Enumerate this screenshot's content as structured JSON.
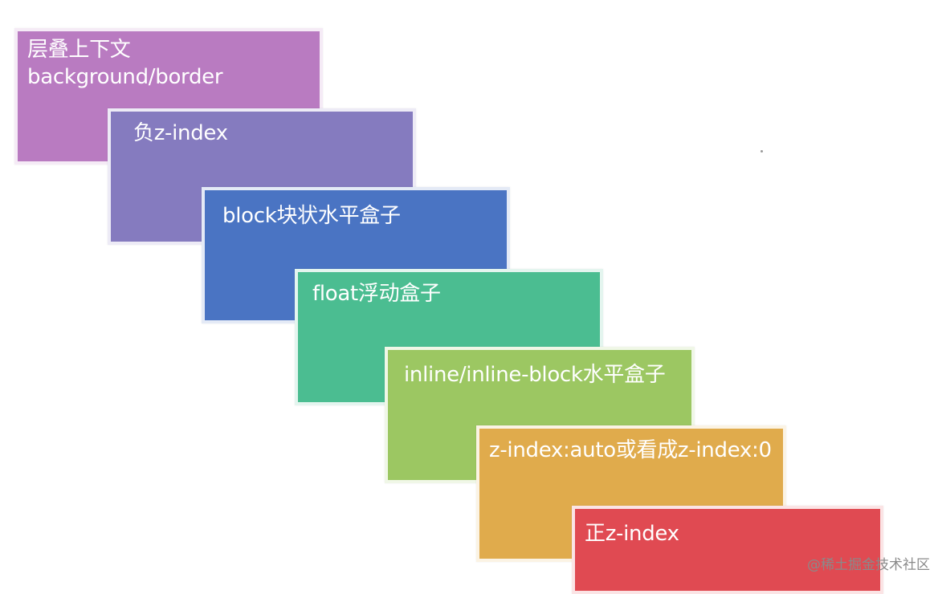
{
  "layers": [
    {
      "lines": [
        "层叠上下文",
        "background/border"
      ],
      "color": "#b97bc1"
    },
    {
      "lines": [
        "负z-index"
      ],
      "color": "#857bbf"
    },
    {
      "lines": [
        "block块状水平盒子"
      ],
      "color": "#4a74c3"
    },
    {
      "lines": [
        "float浮动盒子"
      ],
      "color": "#4bbd91"
    },
    {
      "lines": [
        "inline/inline-block水平盒子"
      ],
      "color": "#9cc762"
    },
    {
      "lines": [
        "z-index:auto或看成z-index:0"
      ],
      "color": "#e0ab4c"
    },
    {
      "lines": [
        "正z-index"
      ],
      "color": "#e04a52"
    }
  ],
  "watermark": "@稀土掘金技术社区"
}
